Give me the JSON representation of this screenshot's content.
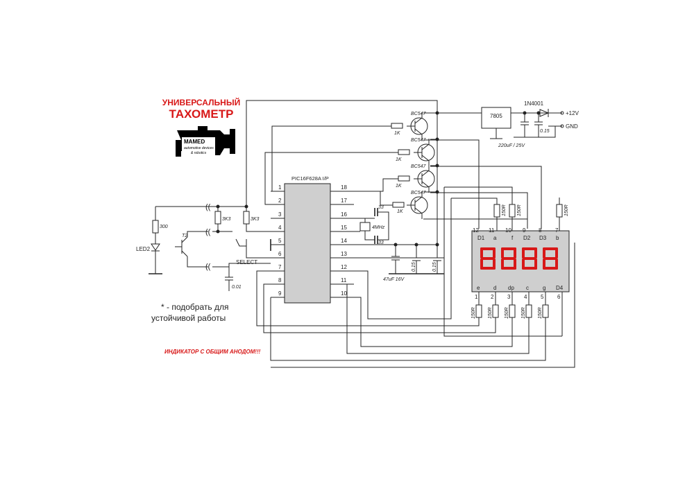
{
  "title_line1": "УНИВЕРСАЛЬНЫЙ",
  "title_line2": "ТАХОМЕТР",
  "logo": {
    "brand": "MAMED",
    "line1": "automotive devices",
    "line2": "& robotics"
  },
  "note_line1": "* - подобрать для",
  "note_line2": "устойчивой работы",
  "warning": "ИНДИКАТОР С ОБЩИМ АНОДОМ!!!",
  "mcu": {
    "name": "PIC16F628A I/P",
    "left_pins": [
      "1",
      "2",
      "3",
      "4",
      "5",
      "6",
      "7",
      "8",
      "9"
    ],
    "right_pins": [
      "18",
      "17",
      "16",
      "15",
      "14",
      "13",
      "12",
      "11",
      "10"
    ]
  },
  "transistors": [
    "BC547",
    "BC547",
    "BC547",
    "BC547"
  ],
  "base_resistors": [
    "1K",
    "1K",
    "1K",
    "1K"
  ],
  "regulator": "7805",
  "diode": "1N4001",
  "supply_plus": "+12V",
  "supply_gnd": "GND",
  "cap_reg_out": "0.15",
  "cap_reg_in": "220uF / 25V",
  "crystal": "4MHz",
  "crystal_caps": [
    "33",
    "33"
  ],
  "cap_bulk": "47uF 16V",
  "caps_decoupling": [
    "0.15",
    "0.15"
  ],
  "input": {
    "led": "LED2",
    "led_res": "300",
    "transistor": "T2",
    "res1": "3K3",
    "res2": "3K3",
    "cap": "0.01",
    "switch": "SELECT"
  },
  "display": {
    "digits": "8888",
    "top_pins": [
      "12",
      "11",
      "10",
      "9",
      "8",
      "7"
    ],
    "top_labels": [
      "D1",
      "a",
      "f",
      "D2",
      "D3",
      "b"
    ],
    "bottom_pins": [
      "1",
      "2",
      "3",
      "4",
      "5",
      "6"
    ],
    "bottom_labels": [
      "e",
      "d",
      "dp",
      "c",
      "g",
      "D4"
    ],
    "top_resistors": [
      "150R",
      "150R",
      "150R"
    ],
    "bottom_resistors": [
      "150R",
      "150R",
      "150R",
      "150R",
      "150R"
    ]
  },
  "colors": {
    "red": "#d81818",
    "ink": "#222222"
  }
}
